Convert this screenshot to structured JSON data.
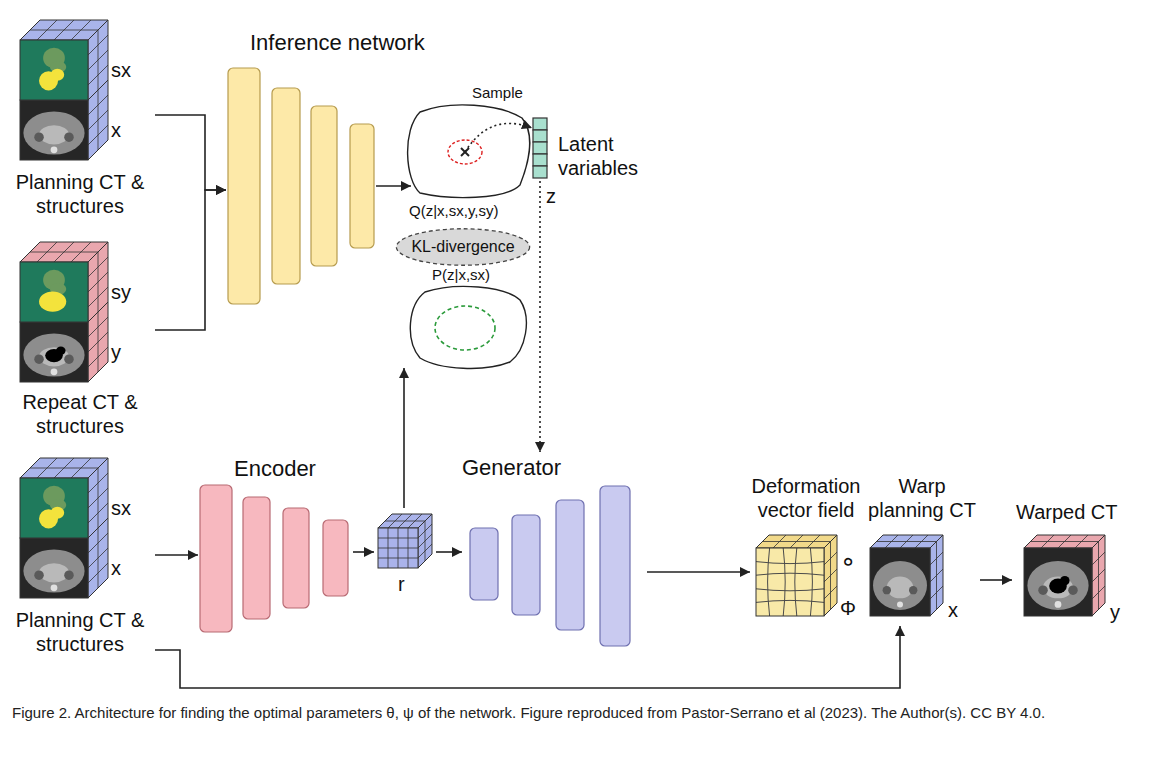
{
  "diagram": {
    "caption": "Figure 2. Architecture for finding the optimal parameters θ, ψ of the network. Figure reproduced from Pastor-Serrano et al (2023). The Author(s). CC BY 4.0.",
    "nodes": [
      {
        "text": [
          "sx",
          "x",
          "Planning CT & structures"
        ]
      },
      {
        "text": [
          "sy",
          "y",
          "Repeat CT & structures"
        ]
      },
      {
        "text": [
          "Inference network"
        ]
      },
      {
        "text": [
          "Q(z|x,sx,y,sy)"
        ]
      },
      {
        "text": [
          "Latent variables",
          "z"
        ]
      },
      {
        "text": [
          "KL-divergence"
        ]
      },
      {
        "text": [
          "P(z|x,sx)"
        ]
      },
      {
        "text": [
          "sx",
          "x",
          "Planning CT & structures"
        ]
      },
      {
        "text": [
          "Encoder"
        ]
      },
      {
        "text": [
          "r"
        ]
      },
      {
        "text": [
          "Generator"
        ]
      },
      {
        "text": [
          "Deformation vector field",
          "Φ"
        ]
      },
      {
        "text": [
          "Warp planning CT",
          "x"
        ]
      },
      {
        "text": [
          "Warped CT",
          "y"
        ]
      }
    ],
    "edges": [
      {
        "from": 0,
        "to": 2,
        "arrow": "to"
      },
      {
        "from": 1,
        "to": 2,
        "arrow": "to"
      },
      {
        "from": 2,
        "to": 3,
        "arrow": "to"
      },
      {
        "from": 3,
        "to": 4,
        "label": "Sample",
        "arrow": "to"
      },
      {
        "from": 4,
        "to": 10,
        "arrow": "to"
      },
      {
        "from": 7,
        "to": 8,
        "arrow": "to"
      },
      {
        "from": 8,
        "to": 9,
        "arrow": "to"
      },
      {
        "from": 9,
        "to": 6,
        "arrow": "to"
      },
      {
        "from": 9,
        "to": 10,
        "arrow": "to"
      },
      {
        "from": 10,
        "to": 11,
        "arrow": "to"
      },
      {
        "from": 7,
        "to": 12,
        "arrow": "to"
      },
      {
        "from": 12,
        "to": 13,
        "arrow": "to"
      }
    ],
    "labels": [
      "∘"
    ]
  }
}
